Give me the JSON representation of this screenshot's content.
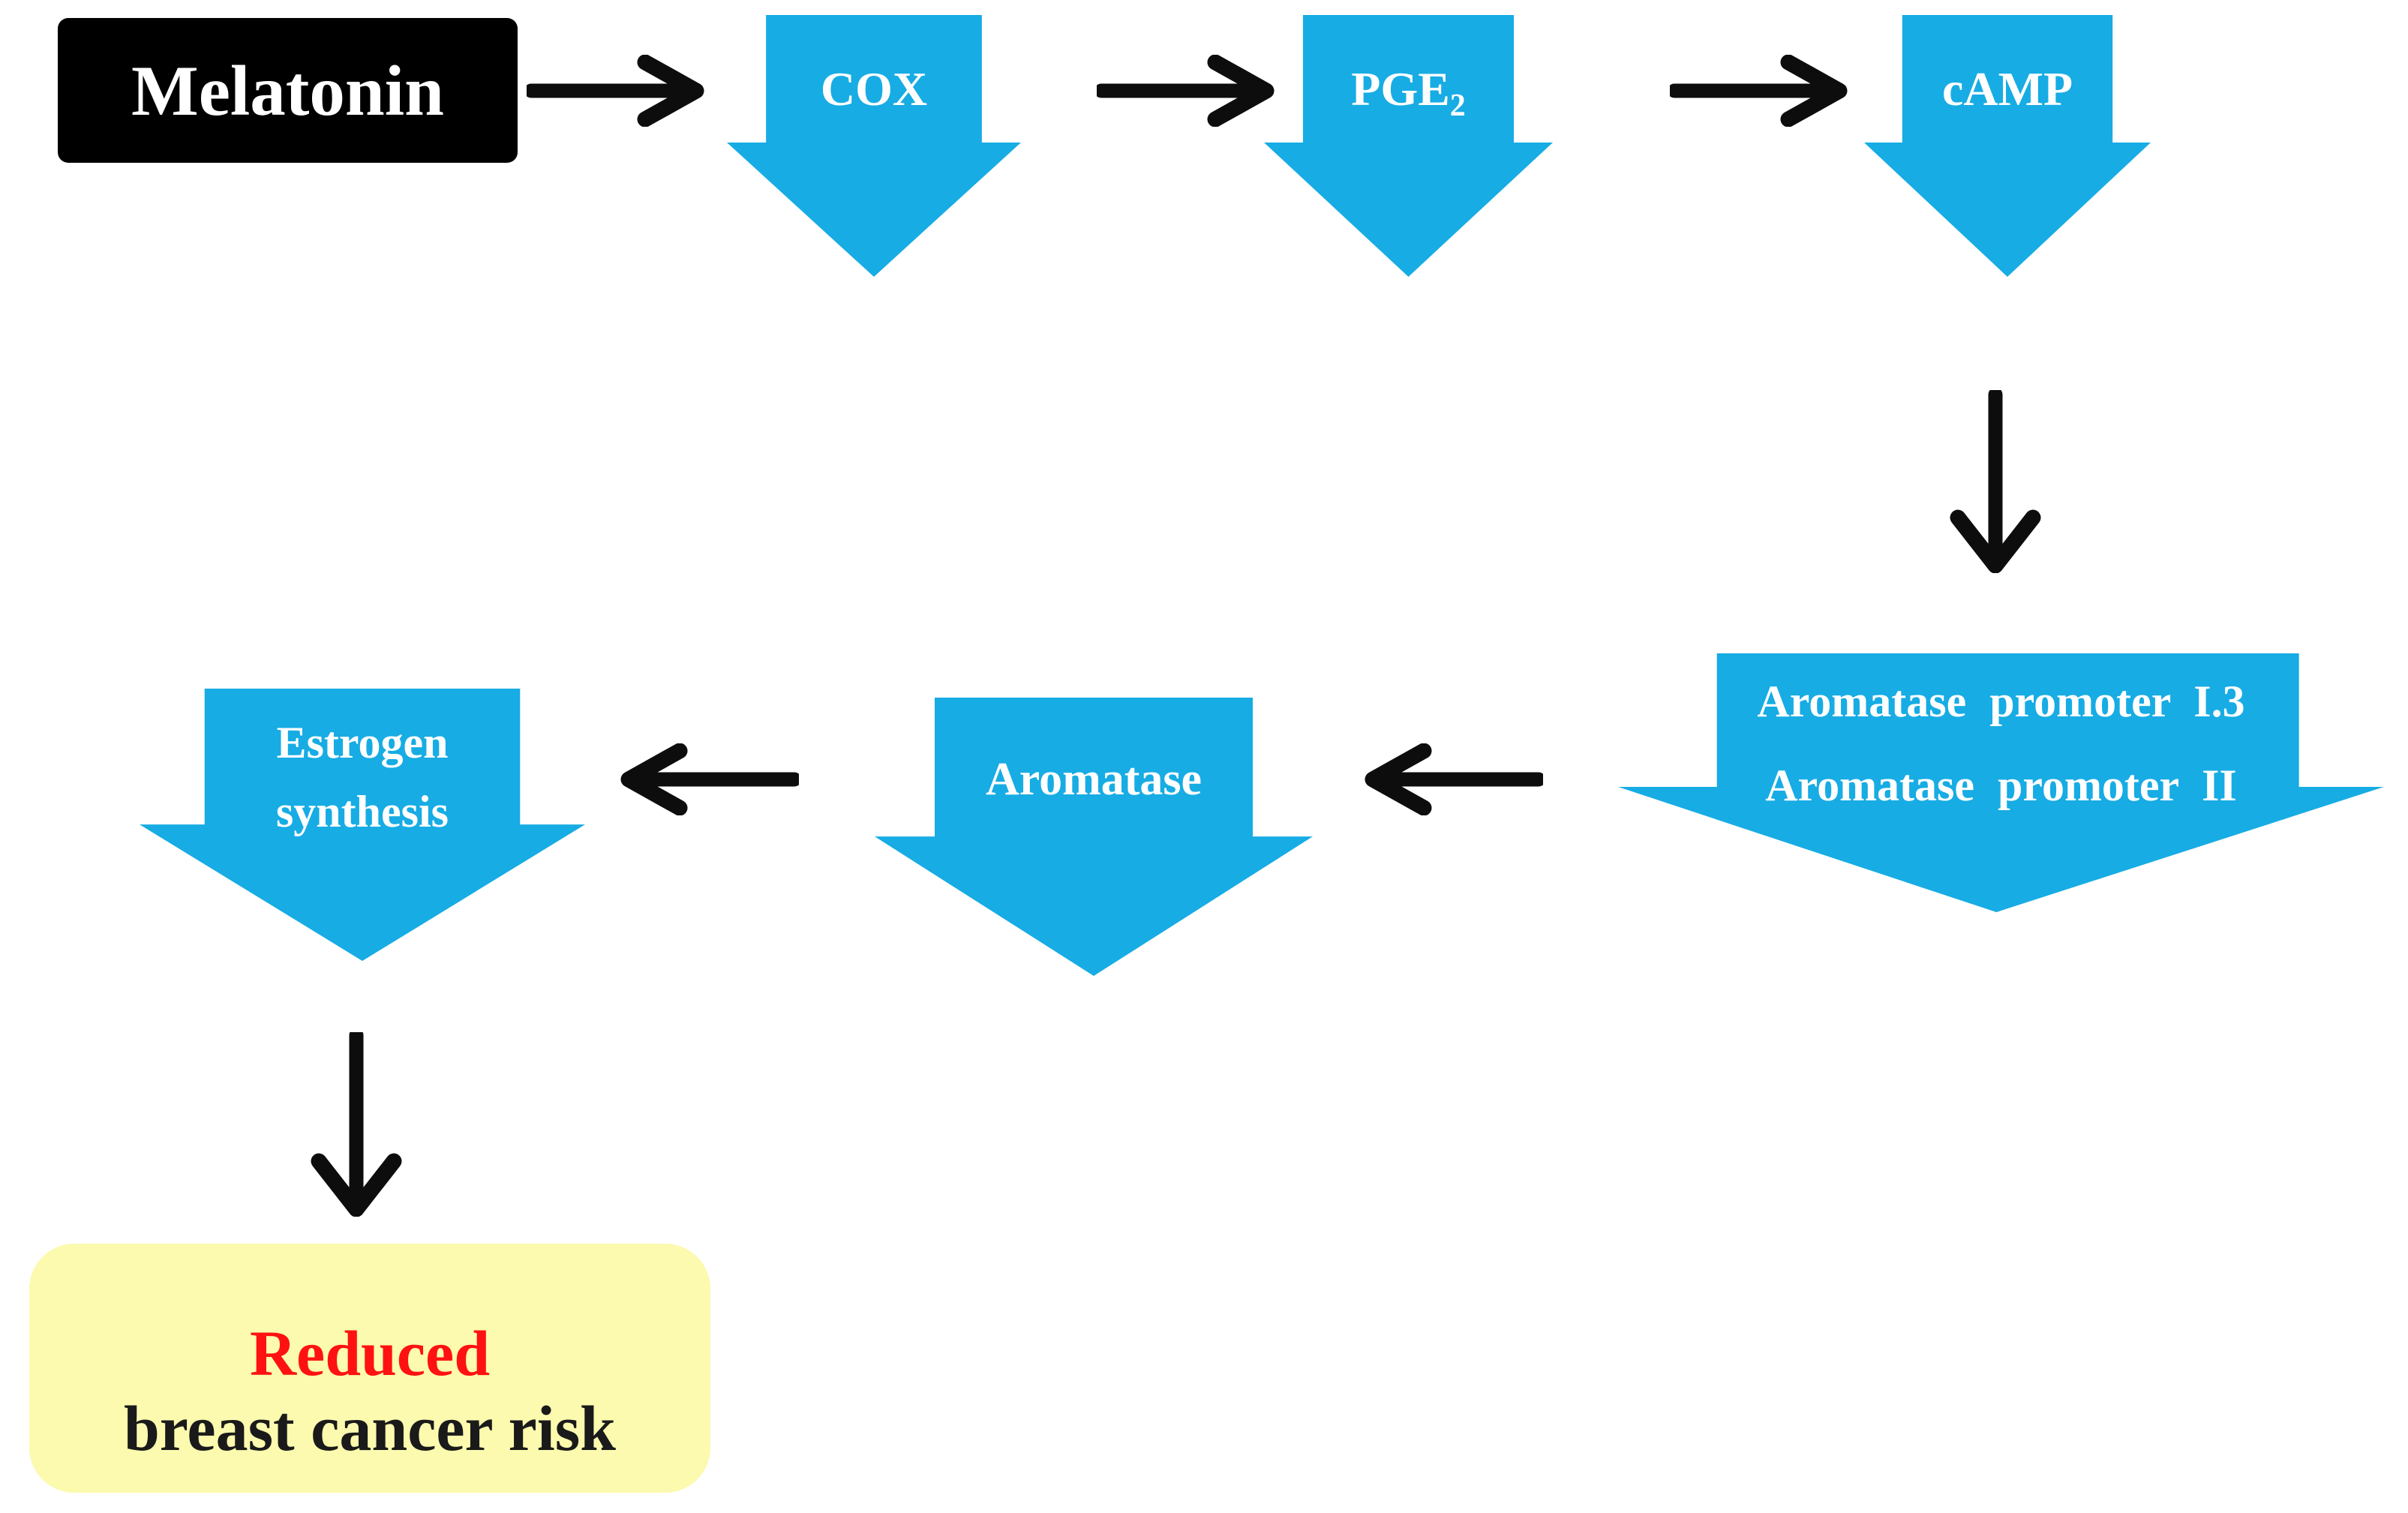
{
  "colors": {
    "node_fill": "#17ACE4",
    "node_text": "#FFFFFF",
    "melatonin_bg": "#000000",
    "melatonin_text": "#FFFFFF",
    "result_bg": "#FBFAAE",
    "result_accent": "#FF1111",
    "result_text": "#1A1A1A",
    "connector": "#0D0D0D"
  },
  "nodes": {
    "melatonin": {
      "label": "Melatonin"
    },
    "cox": {
      "label": "COX"
    },
    "pge2": {
      "base": "PGE",
      "subscript": "2"
    },
    "camp": {
      "label": "cAMP"
    },
    "promoters": {
      "line1": "Aromatase promoter I.3",
      "line2": "Aromatase promoter II"
    },
    "aromatase": {
      "label": "Aromatase"
    },
    "estrogen_synthesis": {
      "line1": "Estrogen",
      "line2": "synthesis"
    },
    "outcome": {
      "line1": "Reduced",
      "line2": "breast cancer risk"
    }
  },
  "edges": [
    {
      "from": "Melatonin",
      "to": "COX"
    },
    {
      "from": "COX",
      "to": "PGE2"
    },
    {
      "from": "PGE2",
      "to": "cAMP"
    },
    {
      "from": "cAMP",
      "to": "Aromatase promoter I.3 / Aromatase promoter II"
    },
    {
      "from": "Aromatase promoter I.3 / Aromatase promoter II",
      "to": "Aromatase"
    },
    {
      "from": "Aromatase",
      "to": "Estrogen synthesis"
    },
    {
      "from": "Estrogen synthesis",
      "to": "Reduced breast cancer risk"
    }
  ]
}
